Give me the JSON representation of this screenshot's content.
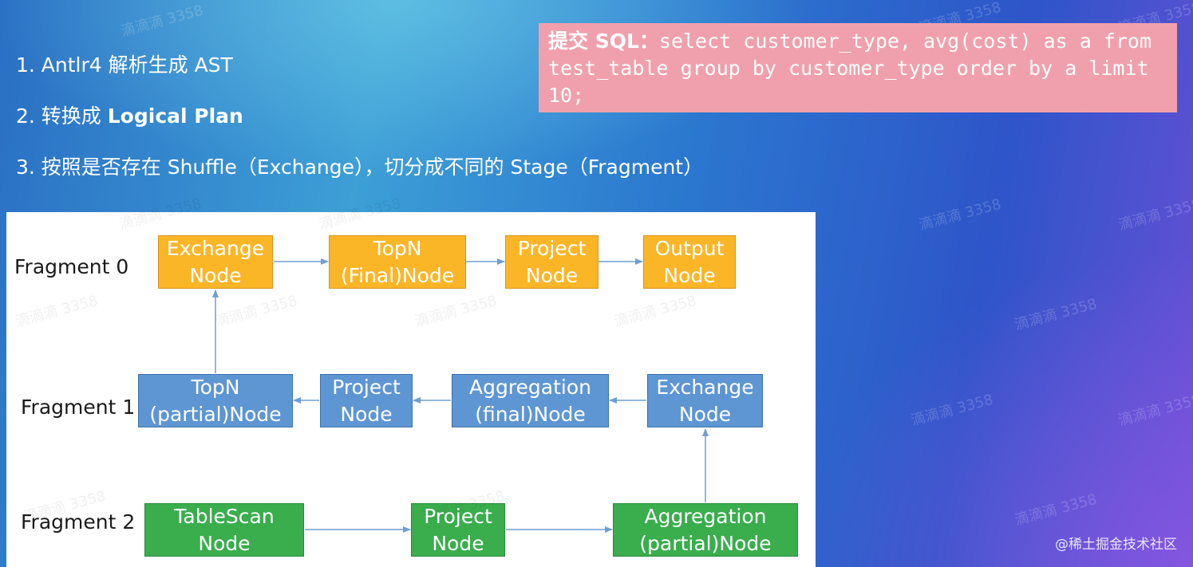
{
  "steps": [
    "1. Antlr4 解析生成 AST",
    "2. 转换成 ",
    "Logical Plan",
    "3. 按照是否存在 Shuffle（Exchange），切分成不同的 Stage（Fragment）"
  ],
  "sql": {
    "label": "提交 SQL：",
    "code": "select customer_type, avg(cost) as a from test_table group by customer_type order by a limit 10;"
  },
  "fragments": {
    "f0": "Fragment 0",
    "f1": "Fragment 1",
    "f2": "Fragment 2"
  },
  "nodes": {
    "f0_exchange": [
      "Exchange",
      "Node"
    ],
    "f0_topn": [
      "TopN",
      "(Final)Node"
    ],
    "f0_project": [
      "Project",
      "Node"
    ],
    "f0_output": [
      "Output",
      "Node"
    ],
    "f1_topn": [
      "TopN",
      "(partial)Node"
    ],
    "f1_project": [
      "Project",
      "Node"
    ],
    "f1_aggregation": [
      "Aggregation",
      "(final)Node"
    ],
    "f1_exchange": [
      "Exchange",
      "Node"
    ],
    "f2_tablescan": [
      "TableScan",
      "Node"
    ],
    "f2_project": [
      "Project",
      "Node"
    ],
    "f2_aggregation": [
      "Aggregation",
      "(partial)Node"
    ]
  },
  "watermark": "滴滴滴 3358",
  "credit": "@稀土掘金技术社区",
  "colors": {
    "fragment0": "#fbb628",
    "fragment1": "#5e96d3",
    "fragment2": "#3aad4d",
    "sql_box": "#f0a0ac",
    "arrow": "#6f9fd0"
  }
}
